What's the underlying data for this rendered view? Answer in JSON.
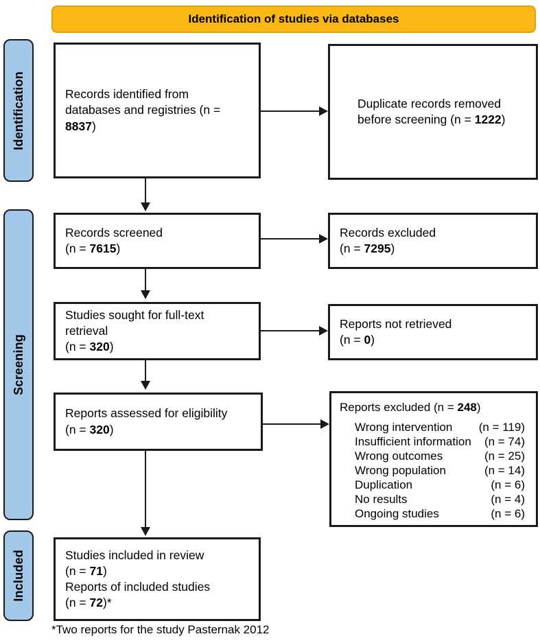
{
  "banner": {
    "label": "Identification of studies via databases"
  },
  "colors": {
    "banner_bg": "#FBB713",
    "banner_border": "#DE9E13",
    "stage_bg": "#A3C7E8",
    "box_border": "#1A1A1A"
  },
  "stages": [
    {
      "label": "Identification"
    },
    {
      "label": "Screening"
    },
    {
      "label": "Included"
    }
  ],
  "boxes": {
    "identified": {
      "pre": "Records identified from databases and registries (n = ",
      "n": "8837",
      "post": ")"
    },
    "duplicates": {
      "pre": "Duplicate records removed before screening (n = ",
      "n": "1222",
      "post": ")"
    },
    "screened": {
      "line1": "Records screened",
      "pre": "(n = ",
      "n": "7615",
      "post": ")"
    },
    "records_excluded": {
      "line1": "Records excluded",
      "pre": "(n = ",
      "n": "7295",
      "post": ")"
    },
    "sought": {
      "line1": "Studies sought for full-text retrieval",
      "pre": "(n = ",
      "n": "320",
      "post": ")"
    },
    "not_retrieved": {
      "line1": "Reports not retrieved",
      "pre": "(n = ",
      "n": "0",
      "post": ")"
    },
    "assessed": {
      "line1": "Reports assessed for eligibility",
      "pre": "(n = ",
      "n": "320",
      "post": ")"
    },
    "reports_excluded": {
      "header_pre": "Reports excluded (n = ",
      "header_n": "248",
      "header_post": ")",
      "reasons": [
        {
          "label": "Wrong intervention",
          "count": "(n = 119)"
        },
        {
          "label": "Insufficient information",
          "count": "(n = 74)"
        },
        {
          "label": "Wrong outcomes",
          "count": "(n = 25)"
        },
        {
          "label": "Wrong population",
          "count": "(n = 14)"
        },
        {
          "label": "Duplication",
          "count": "(n = 6)"
        },
        {
          "label": "No results",
          "count": "(n = 4)"
        },
        {
          "label": "Ongoing studies",
          "count": "(n = 6)"
        }
      ]
    },
    "included": {
      "line1": "Studies included in review",
      "pre1": "(n = ",
      "n1": "71",
      "post1": ")",
      "line2": "Reports of included studies",
      "pre2": "(n = ",
      "n2": "72",
      "post2": ")*"
    }
  },
  "footnote": "*Two reports for the study Pasternak 2012"
}
